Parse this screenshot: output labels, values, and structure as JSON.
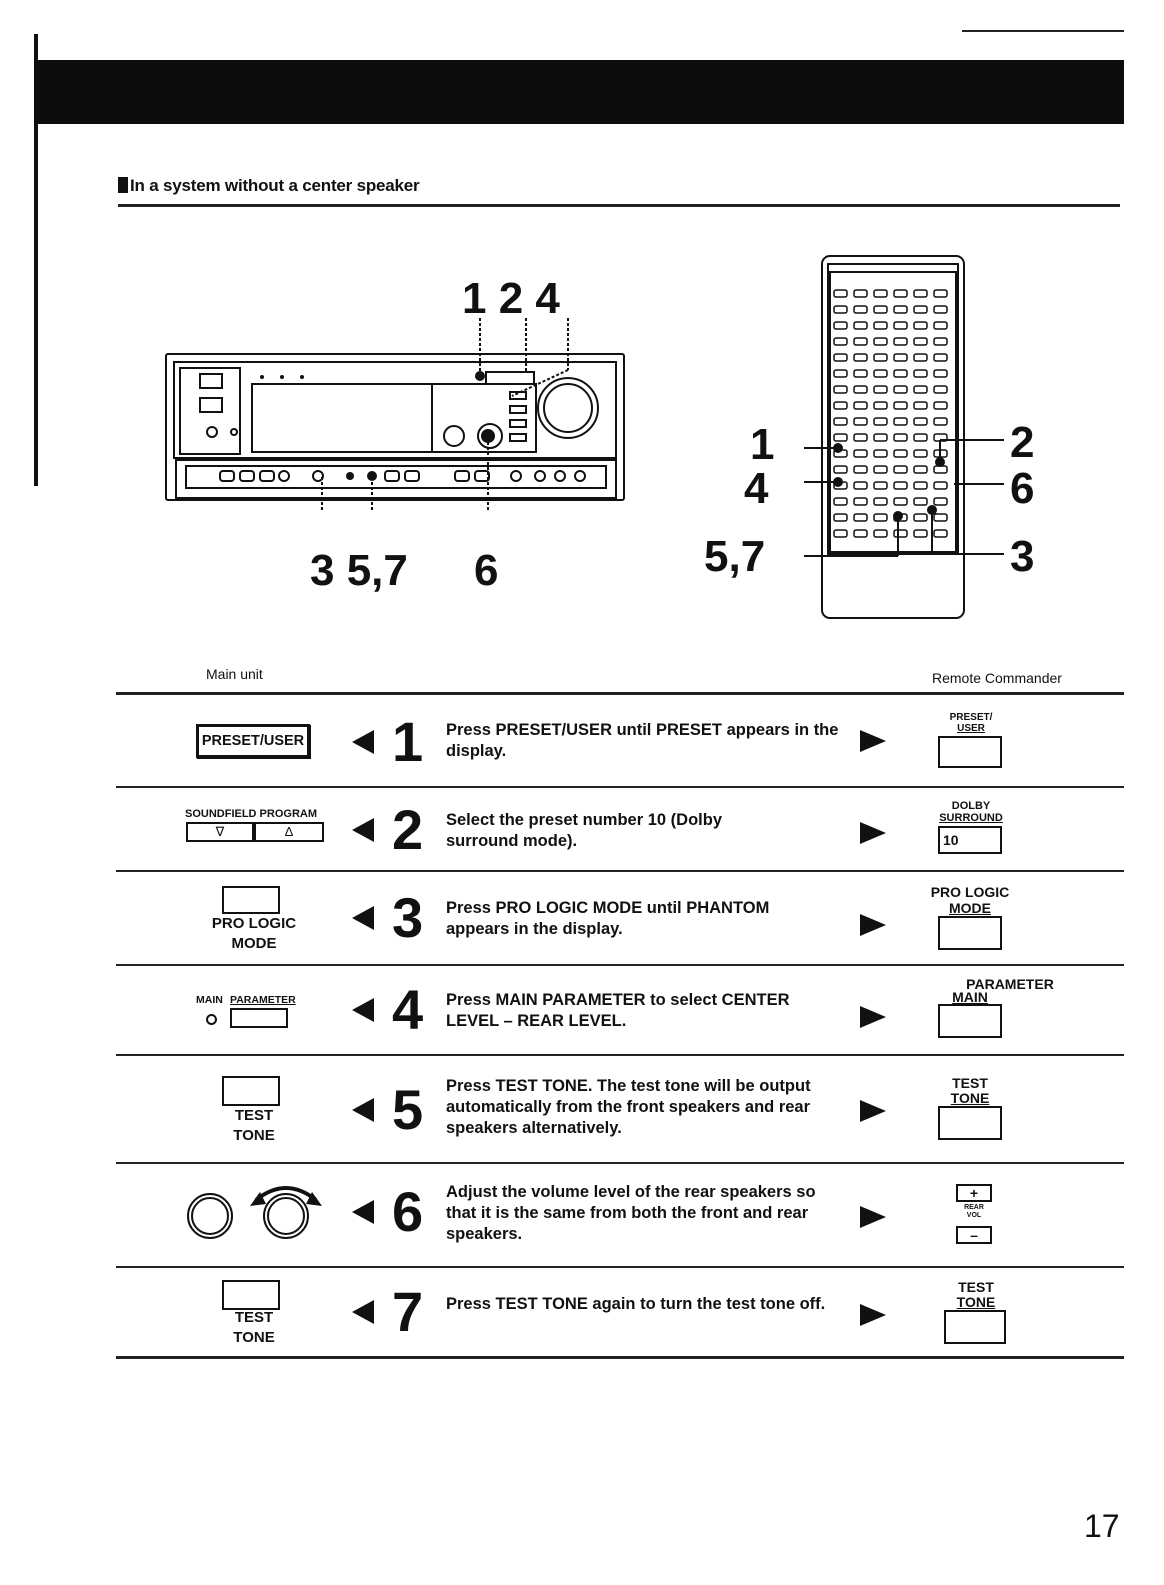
{
  "section": {
    "title": "In a system without a center speaker"
  },
  "illustration": {
    "main_callouts": {
      "top": "1 2 4",
      "bottom_left": "3 5,7",
      "bottom_right": "6"
    },
    "remote_callouts": {
      "l1": "1",
      "l2": "4",
      "l3": "5,7",
      "r1": "2",
      "r2": "6",
      "r3": "3"
    }
  },
  "columns": {
    "main_unit": "Main unit",
    "remote": "Remote Commander"
  },
  "steps": [
    {
      "num": "1",
      "text": "Press PRESET/USER until PRESET appears in the display.",
      "main_label": "PRESET/USER",
      "remote_top": "PRESET/",
      "remote_mid": "USER"
    },
    {
      "num": "2",
      "text": "Select the preset number 10 (Dolby surround mode).",
      "main_label": "SOUNDFIELD PROGRAM",
      "main_up": "∇",
      "main_down": "∆",
      "remote_top": "DOLBY",
      "remote_mid": "SURROUND",
      "remote_value": "10"
    },
    {
      "num": "3",
      "text": "Press PRO LOGIC MODE until PHANTOM appears in the display.",
      "main_l1": "PRO LOGIC",
      "main_l2": "MODE",
      "remote_top": "PRO LOGIC",
      "remote_mid": "MODE"
    },
    {
      "num": "4",
      "text": "Press MAIN PARAMETER to select CENTER LEVEL – REAR LEVEL.",
      "main_l1": "MAIN",
      "main_l2": "PARAMETER",
      "remote_top": "PARAMETER",
      "remote_mid": "MAIN"
    },
    {
      "num": "5",
      "text": "Press TEST TONE. The test tone will be output automatically from the front speakers and rear speakers alternatively.",
      "main_l1": "TEST",
      "main_l2": "TONE",
      "remote_top": "TEST",
      "remote_mid": "TONE"
    },
    {
      "num": "6",
      "text": "Adjust the volume level of the rear speakers so that it is the same from both the front and rear speakers.",
      "remote_plus": "+",
      "remote_l1": "REAR",
      "remote_l2": "VOL",
      "remote_minus": "–"
    },
    {
      "num": "7",
      "text": "Press TEST TONE again to turn the test tone off.",
      "main_l1": "TEST",
      "main_l2": "TONE",
      "remote_top": "TEST",
      "remote_mid": "TONE"
    }
  ],
  "page_number": "17"
}
